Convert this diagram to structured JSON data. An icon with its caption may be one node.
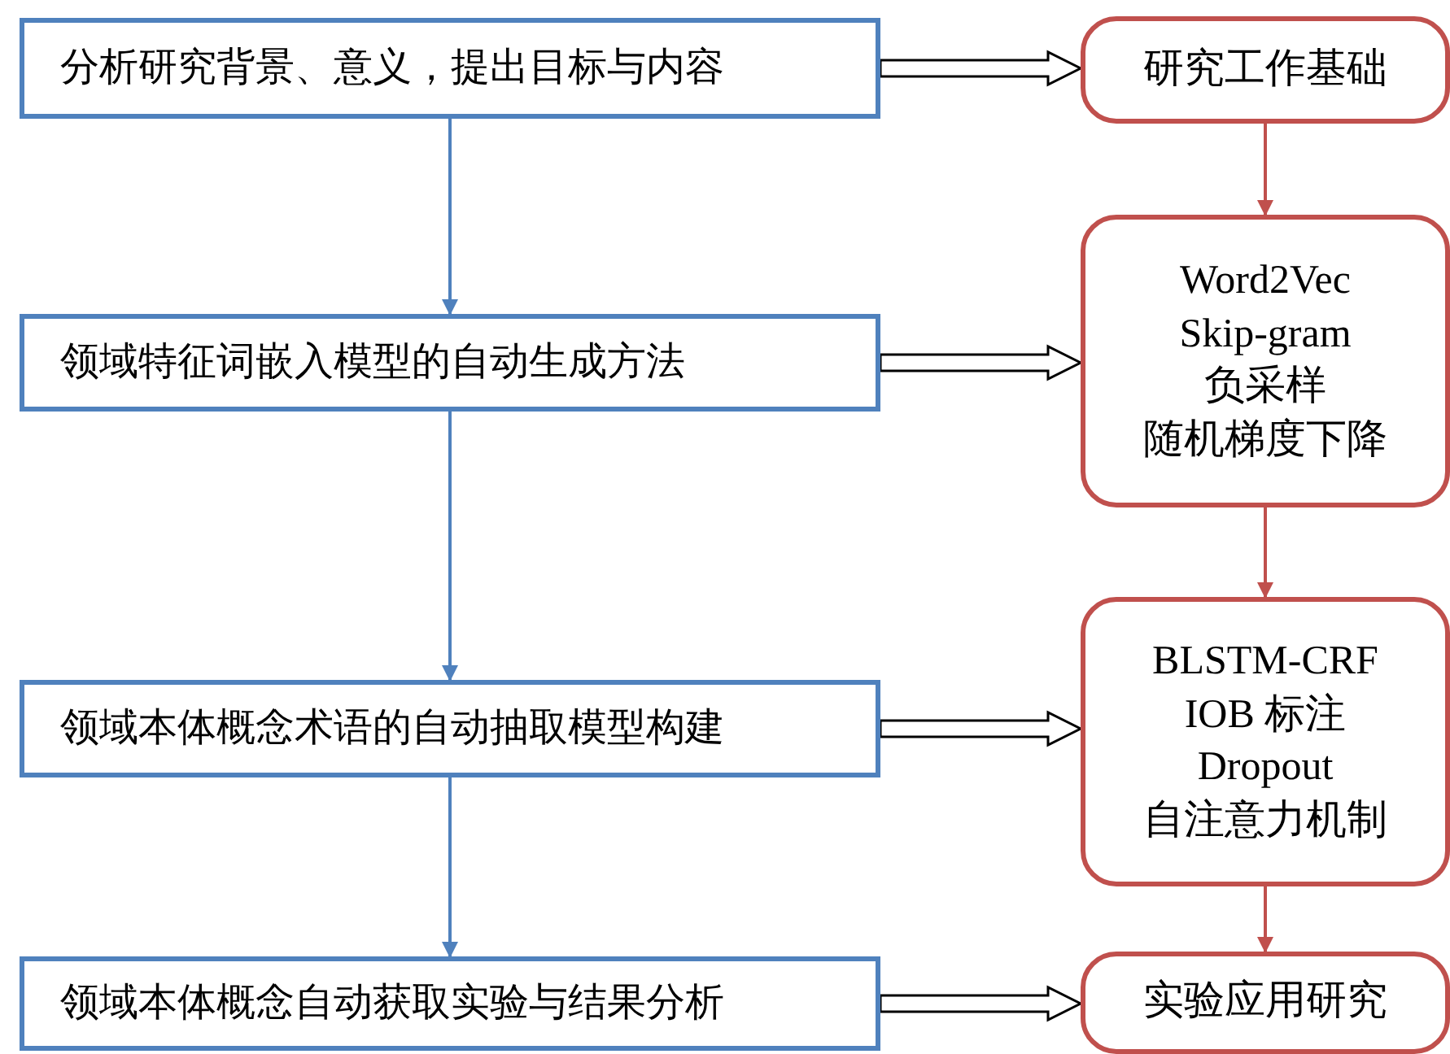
{
  "diagram": {
    "nodes": [
      {
        "text": [
          "分析研究背景、意义，提出目标与内容"
        ]
      },
      {
        "text": [
          "领域特征词嵌入模型的自动生成方法"
        ]
      },
      {
        "text": [
          "领域本体概念术语的自动抽取模型构建"
        ]
      },
      {
        "text": [
          "领域本体概念自动获取实验与结果分析"
        ]
      },
      {
        "text": [
          "研究工作基础"
        ]
      },
      {
        "text": [
          "Word2Vec",
          "Skip-gram",
          "负采样",
          "随机梯度下降"
        ]
      },
      {
        "text": [
          "BLSTM-CRF",
          "IOB 标注",
          "Dropout",
          "自注意力机制"
        ]
      },
      {
        "text": [
          "实验应用研究"
        ]
      }
    ],
    "edges": [
      {
        "from": 0,
        "to": 1,
        "arrow": "to",
        "color": "#4f81bd"
      },
      {
        "from": 1,
        "to": 2,
        "arrow": "to",
        "color": "#4f81bd"
      },
      {
        "from": 2,
        "to": 3,
        "arrow": "to",
        "color": "#4f81bd"
      },
      {
        "from": 4,
        "to": 5,
        "arrow": "to",
        "color": "#c0504d"
      },
      {
        "from": 5,
        "to": 6,
        "arrow": "to",
        "color": "#c0504d"
      },
      {
        "from": 6,
        "to": 7,
        "arrow": "to",
        "color": "#c0504d"
      },
      {
        "from": 0,
        "to": 4,
        "arrow": "to",
        "style": "thick",
        "color": "#000000"
      },
      {
        "from": 1,
        "to": 5,
        "arrow": "to",
        "style": "thick",
        "color": "#000000"
      },
      {
        "from": 2,
        "to": 6,
        "arrow": "to",
        "style": "thick",
        "color": "#000000"
      },
      {
        "from": 3,
        "to": 7,
        "arrow": "to",
        "style": "thick",
        "color": "#000000"
      }
    ]
  }
}
